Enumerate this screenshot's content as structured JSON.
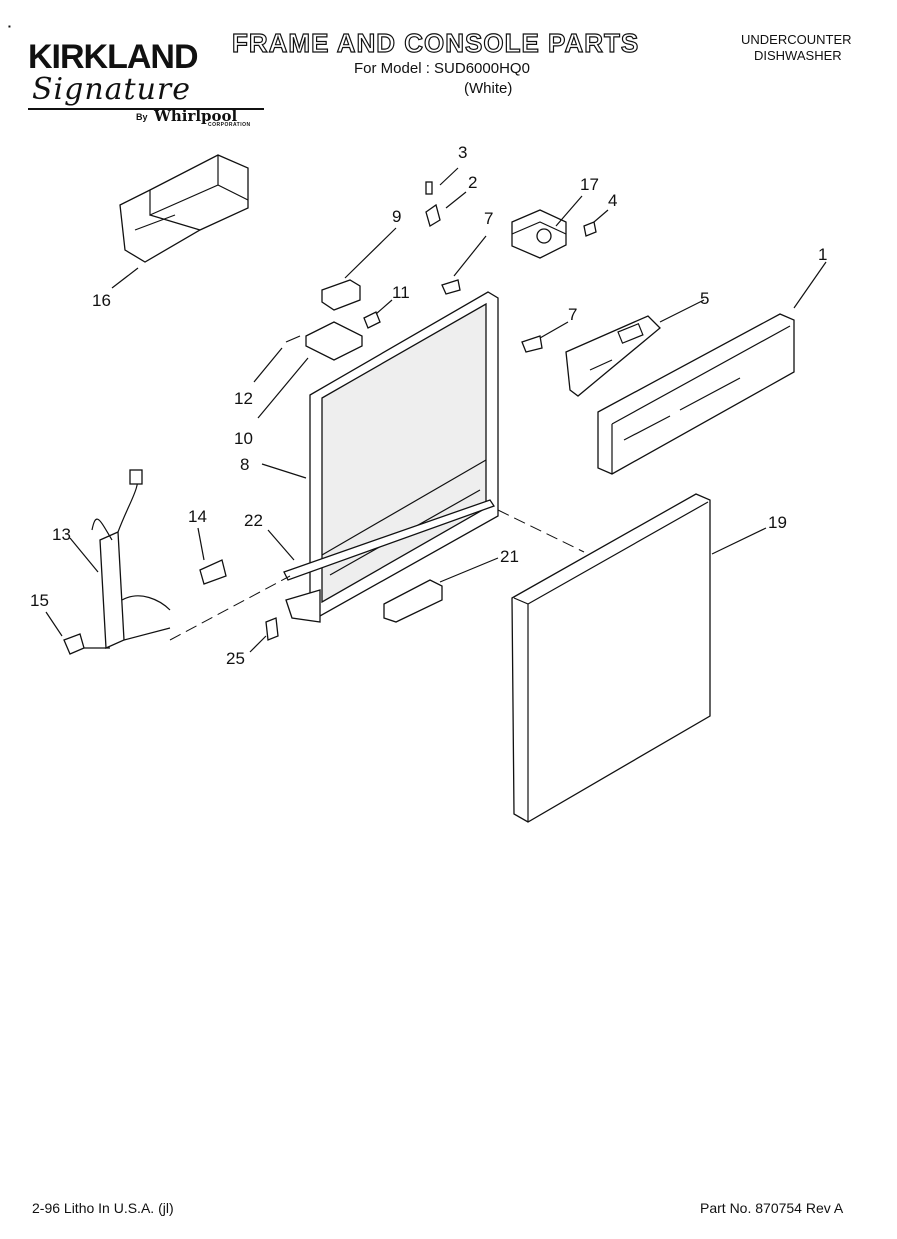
{
  "header": {
    "brand": "KIRKLAND",
    "brand_sub": "Signature",
    "by": "By",
    "manufacturer": "Whirlpool",
    "manufacturer_sub": "CORPORATION",
    "title": "FRAME AND CONSOLE PARTS",
    "model": "For Model : SUD6000HQ0",
    "color": "(White)",
    "product_type_line1": "UNDERCOUNTER",
    "product_type_line2": "DISHWASHER"
  },
  "callouts": [
    "1",
    "2",
    "3",
    "4",
    "5",
    "7",
    "7",
    "8",
    "9",
    "10",
    "11",
    "12",
    "13",
    "14",
    "15",
    "16",
    "17",
    "19",
    "21",
    "22",
    "25"
  ],
  "footer": {
    "print_info": "2-96 Litho In U.S.A. (jl)",
    "part_number": "Part No. 870754 Rev A"
  }
}
